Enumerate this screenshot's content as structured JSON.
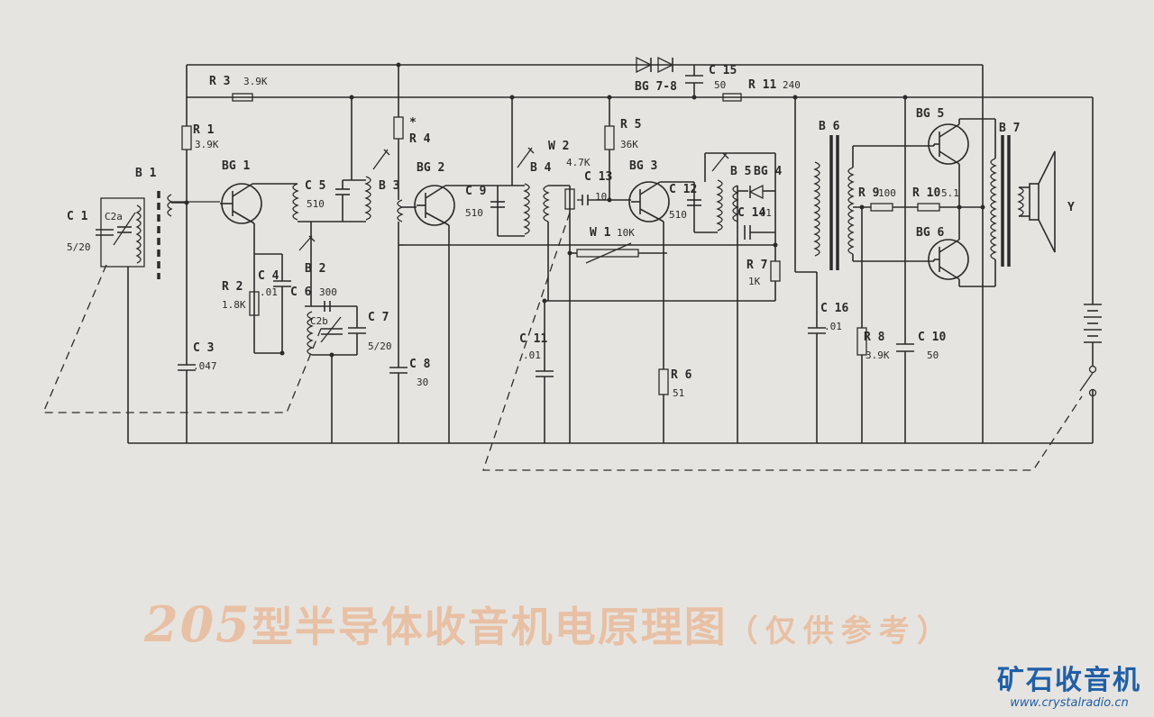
{
  "title": {
    "number": "205",
    "main": "型半导体收音机电原理图",
    "note": "（仅供参考）"
  },
  "watermark": {
    "name": "矿石收音机",
    "url": "www.crystalradio.cn"
  },
  "labels": {
    "R3": "R 3",
    "R3v": "3.9K",
    "R1": "R 1",
    "R1v": "3.9K",
    "C1": "C 1",
    "C1v": "5/20",
    "C2a": "C2a",
    "B1": "B 1",
    "BG1": "BG 1",
    "C5": "C 5",
    "C5v": "510",
    "B2": "B 2",
    "R2": "R 2",
    "R2v": "1.8K",
    "C4": "C 4",
    "C4v": ".01",
    "C6": "C 6",
    "C6v": "300",
    "C2b": "C2b",
    "C7": "C 7",
    "C7v": "5/20",
    "C3": "C 3",
    "C3v": ".047",
    "R4": "R 4",
    "R4mark": "*",
    "B3": "B 3",
    "BG2": "BG 2",
    "C9": "C 9",
    "C9v": "510",
    "C8": "C 8",
    "C8v": "30",
    "B4": "B 4",
    "W2": "W 2",
    "W2v": "4.7K",
    "C13": "C 13",
    "C13v": "10",
    "W1": "W 1",
    "W1v": "10K",
    "C11": "C 11",
    "C11v": ".01",
    "BG78": "BG 7-8",
    "C15": "C 15",
    "C15v": "50",
    "R11": "R 11",
    "R11v": "240",
    "R5": "R 5",
    "R5v": "36K",
    "BG3": "BG 3",
    "C12": "C 12",
    "C12v": "510",
    "B5": "B 5",
    "BG4": "BG 4",
    "C14": "C 14",
    "C14v": ".01",
    "R7": "R 7",
    "R7v": "1K",
    "R6": "R 6",
    "R6v": "51",
    "B6": "B 6",
    "C16": "C 16",
    "C16v": ".01",
    "R9": "R 9",
    "R9v": "100",
    "R10": "R 10",
    "R10v": "5.1",
    "R8": "R 8",
    "R8v": "3.9K",
    "C10": "C 10",
    "C10v": "50",
    "BG5": "BG 5",
    "BG6": "BG 6",
    "B7": "B 7",
    "Y": "Y"
  }
}
